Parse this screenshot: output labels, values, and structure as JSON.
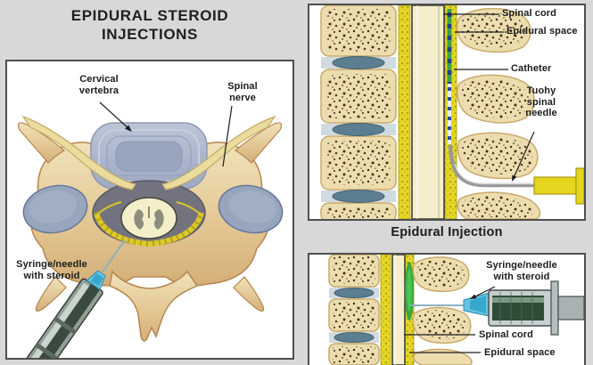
{
  "title": {
    "text": "EPIDURAL STEROID INJECTIONS"
  },
  "caption": {
    "text": "Epidural Injection"
  },
  "left_panel": {
    "labels": {
      "cervical_vertebra": "Cervical vertebra",
      "spinal_nerve": "Spinal nerve",
      "syringe_needle": "Syringe/needle with steroid"
    }
  },
  "top_right_panel": {
    "labels": {
      "spinal_cord": "Spinal cord",
      "epidural_space": "Epidural space",
      "catheter": "Catheter",
      "tuohy_needle": "Tuohy spinal needle"
    }
  },
  "bottom_right_panel": {
    "labels": {
      "syringe_needle": "Syringe/needle with steroid",
      "spinal_cord": "Spinal cord",
      "epidural_space": "Epidural space"
    }
  },
  "colors": {
    "background": "#d8d8d8",
    "panel_background": "#ffffff",
    "panel_border": "#4f4f4f",
    "bone": "#ecddae",
    "bone_outline": "#bf9a5f",
    "epidural_space_yellow": "#e6d826",
    "spinal_cord_cream": "#f4eecb",
    "vertebral_body_blue": "#aab4cb",
    "spinal_canal_gray": "#73737f",
    "disc_oval_blue": "#5b7e91",
    "catheter_green": "#3da04a",
    "catheter_stripe_blue": "#20418f",
    "steroid_green": "#35a83e",
    "needle_hub_yellow": "#e6d51e",
    "syringe_hub_blue": "#58bede",
    "label_text": "#1c1c1c"
  }
}
